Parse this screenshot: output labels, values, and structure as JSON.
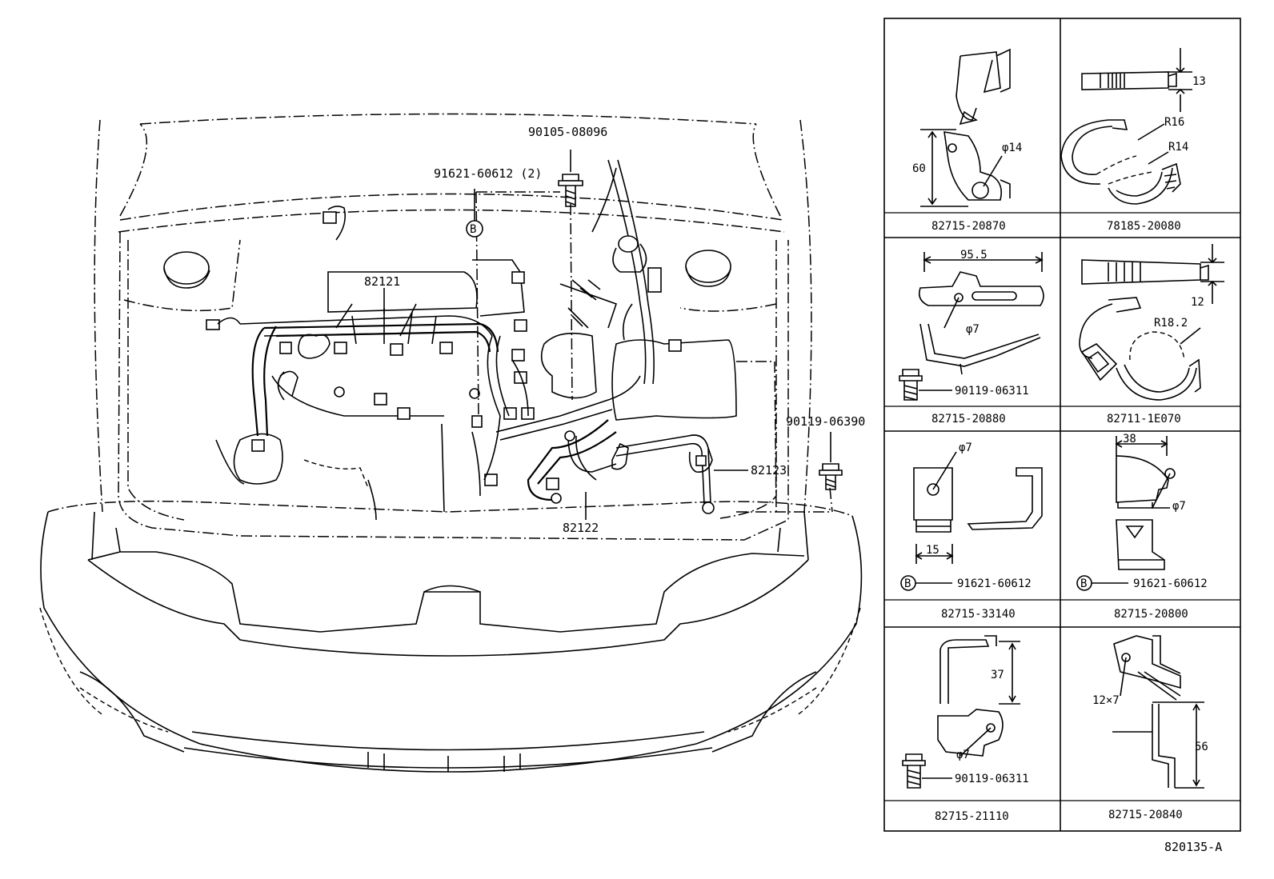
{
  "main_labels": {
    "bolt_top": "90105-08096",
    "clip_b": "91621-60612 (2)",
    "harness_1": "82121",
    "harness_2": "82122",
    "harness_3": "82123",
    "bolt_right": "90119-06390",
    "circle_b": "B"
  },
  "parts_panel": {
    "cells": [
      {
        "part_no": "82715-20870",
        "dims": [
          "60",
          "φ14"
        ]
      },
      {
        "part_no": "78185-20080",
        "dims": [
          "13",
          "R16",
          "R14"
        ]
      },
      {
        "part_no": "82715-20880",
        "dims": [
          "95.5",
          "φ7"
        ],
        "bolt": "90119-06311"
      },
      {
        "part_no": "82711-1E070",
        "dims": [
          "12",
          "R18.2"
        ]
      },
      {
        "part_no": "82715-33140",
        "dims": [
          "φ7",
          "15"
        ],
        "clip": "91621-60612",
        "clip_ref": "B"
      },
      {
        "part_no": "82715-20800",
        "dims": [
          "38",
          "φ7"
        ],
        "clip": "91621-60612",
        "clip_ref": "B"
      },
      {
        "part_no": "82715-21110",
        "dims": [
          "37",
          "φ7"
        ],
        "bolt": "90119-06311"
      },
      {
        "part_no": "82715-20840",
        "dims": [
          "12×7",
          "56"
        ]
      }
    ]
  },
  "figure_id": "820135-A"
}
